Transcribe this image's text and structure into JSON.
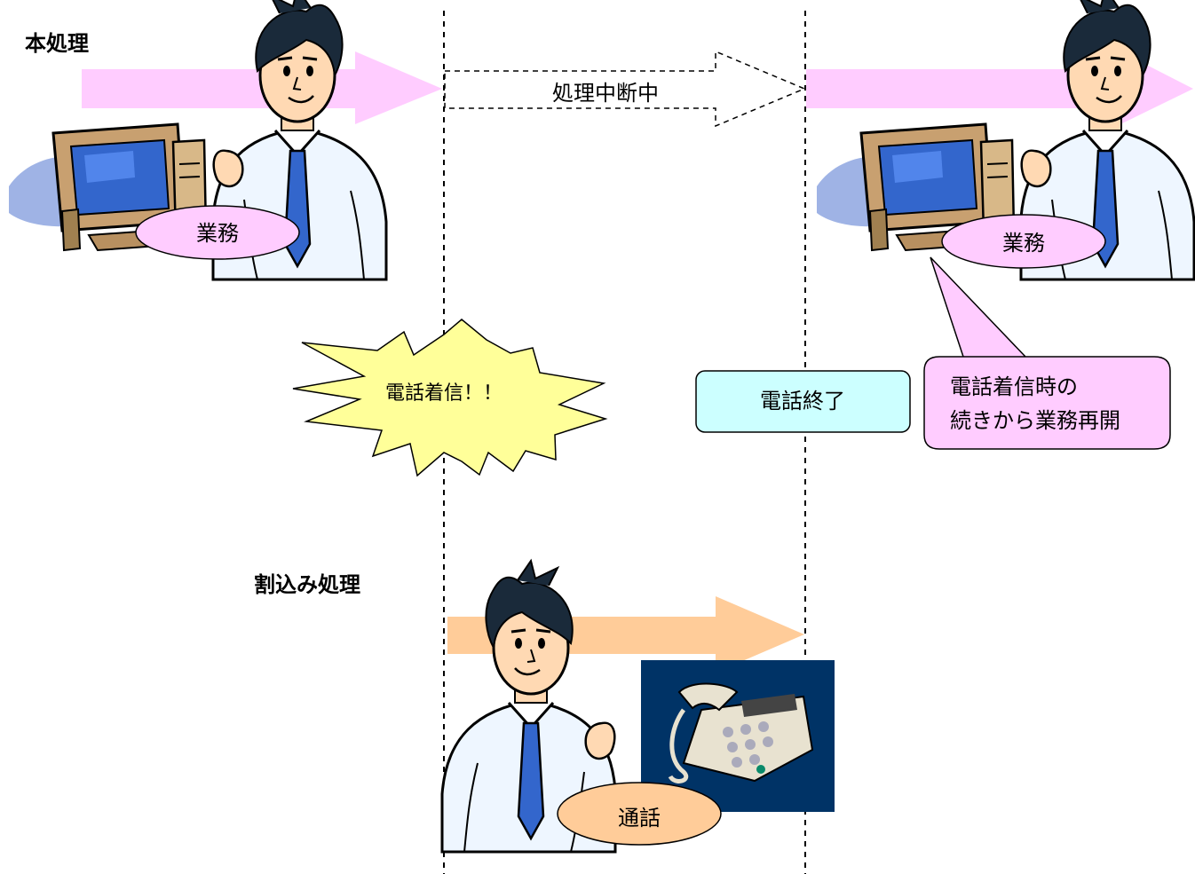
{
  "labels": {
    "main_process": "本処理",
    "interrupt_process": "割込み処理",
    "suspended": "処理中断中",
    "incoming_call": "電話着信！！",
    "call_end": "電話終了",
    "resume_line1": "電話着信時の",
    "resume_line2": "続きから業務再開",
    "work_left": "業務",
    "work_right": "業務",
    "talk": "通話"
  },
  "colors": {
    "pink_arrow": "#ffccff",
    "orange_arrow": "#ffcc99",
    "burst_fill": "#ffff99",
    "end_box_fill": "#ccffff",
    "resume_fill": "#ffccff",
    "work_bubble": "#ffccff",
    "talk_bubble": "#ffcc99",
    "phone_bg": "#003366",
    "shirt": "#eef6ff",
    "tie": "#3366cc",
    "hair": "#1a2a3a",
    "skin": "#ffd9b3",
    "monitor_body": "#c8a070",
    "screen": "#3366cc"
  }
}
